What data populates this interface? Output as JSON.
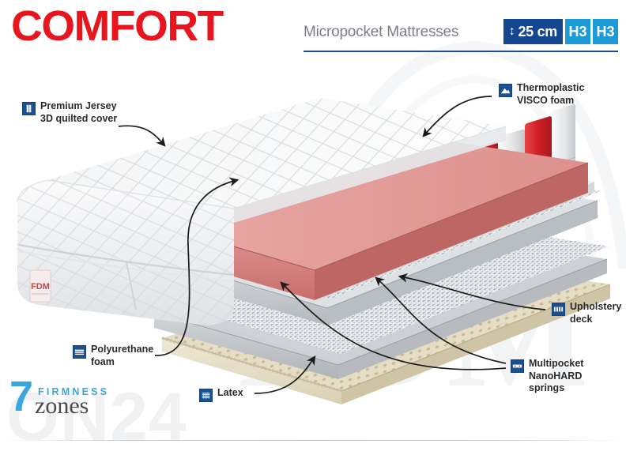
{
  "header": {
    "brand": "COMFORT",
    "subtitle": "Micropocket Mattresses",
    "badges": [
      {
        "name": "height",
        "label": "25 cm",
        "arrow": "↕",
        "color": "#14478f"
      },
      {
        "name": "firmness-left",
        "label": "H3",
        "color": "#1b9ad6"
      },
      {
        "name": "firmness-right",
        "label": "H3",
        "color": "#1b9ad6"
      }
    ],
    "rule_color": "#1d4f91",
    "brand_color": "#e8141e",
    "subtitle_color": "#7b7f85"
  },
  "callouts": [
    {
      "id": "jersey",
      "icon": "jersey-fabric-icon",
      "text": "Premium Jersey\n3D quilted cover"
    },
    {
      "id": "visco",
      "icon": "visco-foam-icon",
      "text": "Thermoplastic\nVISCO foam"
    },
    {
      "id": "upholstery",
      "icon": "upholstery-deck-icon",
      "text": "Upholstery\ndeck"
    },
    {
      "id": "springs",
      "icon": "pocket-spring-icon",
      "text": "Multipocket\nNanoHARD\nsprings"
    },
    {
      "id": "pu",
      "icon": "pu-foam-icon",
      "text": "Polyurethane\nfoam"
    },
    {
      "id": "latex",
      "icon": "latex-icon",
      "text": "Latex"
    }
  ],
  "logo": {
    "number": "7",
    "word_top": "FIRMNESS",
    "word_bottom": "zones",
    "accent_color": "#3aa6dd"
  },
  "watermarks": {
    "center": "FDM",
    "bottom_left": "ON24"
  },
  "illustration": {
    "layers": [
      {
        "name": "quilted-cover",
        "color": "#eceef0"
      },
      {
        "name": "visco-foam",
        "color": "#d4827f"
      },
      {
        "name": "upholstery-deck",
        "color": "#c3c7cb"
      },
      {
        "name": "pocket-springs-red",
        "color": "#d8232a"
      },
      {
        "name": "pocket-springs-white",
        "color": "#e9ebec"
      },
      {
        "name": "polyurethane-foam",
        "color": "#c9ccd0"
      },
      {
        "name": "latex",
        "color": "#e5ddc4"
      }
    ],
    "label_tag": "FDM"
  }
}
